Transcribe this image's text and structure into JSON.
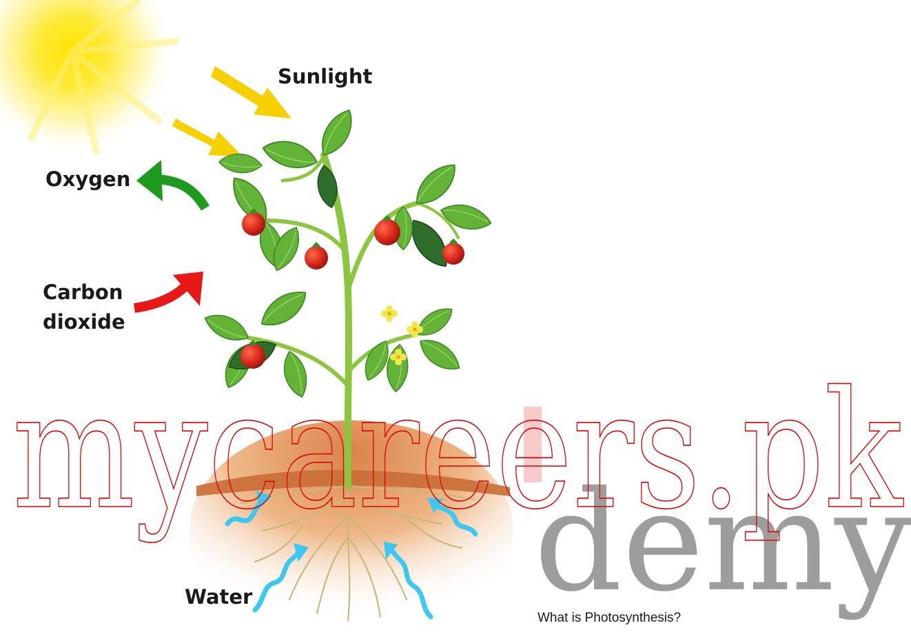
{
  "labels": {
    "sunlight": "Sunlight",
    "oxygen": "Oxygen",
    "carbon_line1": "Carbon",
    "carbon_line2": "dioxide",
    "water": "Water"
  },
  "watermark": {
    "main_text": "mycareers.pk",
    "secondary_text": "demy"
  },
  "caption": "What is Photosynthesis?",
  "colors": {
    "sun": "#ffe81a",
    "sunlight_arrow": "#f6d000",
    "oxygen_arrow": "#1e9b1e",
    "carbon_arrow": "#e81818",
    "water_arrow": "#3cc8f0",
    "leaf": "#5aa832",
    "leaf_dark": "#2f6e2a",
    "stem": "#8cc63f",
    "tomato": "#d8281c",
    "soil": "#e9a36a",
    "watermark_outline": "#e00000",
    "watermark_grey": "#8c8c8c"
  }
}
